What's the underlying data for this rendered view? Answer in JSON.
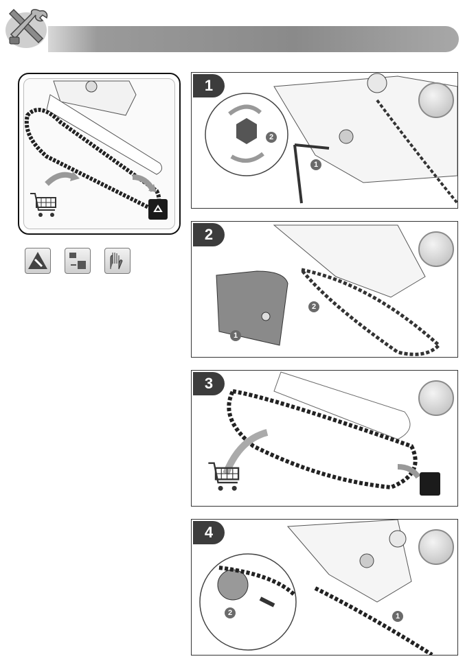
{
  "header": {
    "icon": "tools-icon",
    "bar_color": "#8a8a8a"
  },
  "overview": {
    "icons": [
      "cart-icon",
      "recycle-bin-icon"
    ]
  },
  "safety_icons": [
    "warning-icon",
    "unplug-icon",
    "gloves-icon"
  ],
  "steps": [
    {
      "number": "1",
      "icon": "unlock-icon",
      "callouts": [
        "1",
        "2"
      ]
    },
    {
      "number": "2",
      "icon": "gloves-icon",
      "callouts": [
        "1",
        "2"
      ]
    },
    {
      "number": "3",
      "icon": "gloves-icon",
      "callouts": []
    },
    {
      "number": "4",
      "icon": "gloves-icon",
      "callouts": [
        "1",
        "2"
      ]
    }
  ]
}
